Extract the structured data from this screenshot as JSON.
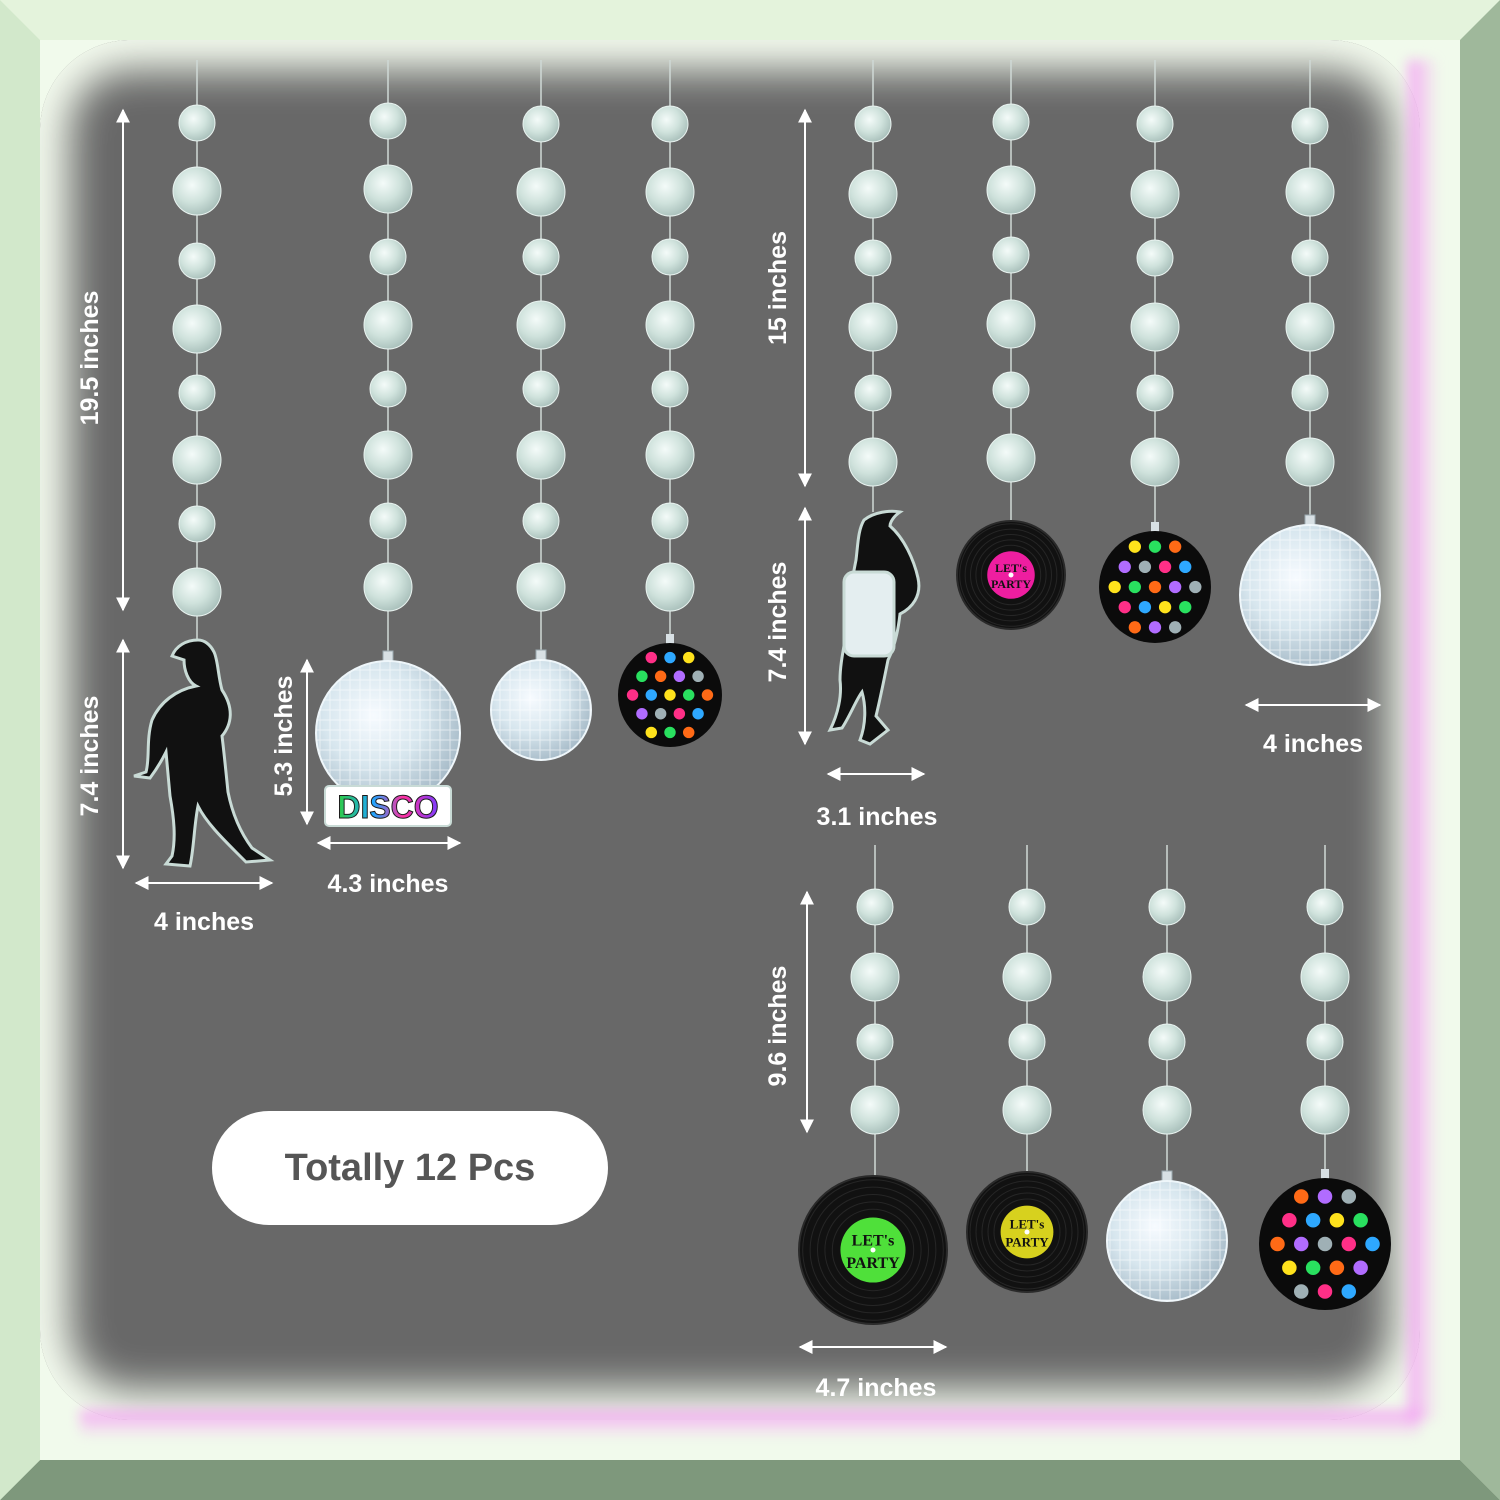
{
  "colors": {
    "frame": "#cfe6c8",
    "frame_dark": "#8da88a",
    "panel": "#686868",
    "glow": "#f4a0f4",
    "bead": "#d6e7e2",
    "record": "#111111",
    "label_pink": "#ee1ea0",
    "label_green": "#4fe03a",
    "label_yellow": "#d7d11e",
    "dots": [
      "#ff2f87",
      "#2ea8ff",
      "#ffe21c",
      "#29e05f",
      "#ff6a16",
      "#b16cff",
      "#9fb0b5"
    ]
  },
  "dimensions": {
    "d1": "19.5 inches",
    "d2": "7.4 inches",
    "d3": "4 inches",
    "d4": "5.3 inches",
    "d5": "4.3 inches",
    "d6": "15 inches",
    "d7": "7.4 inches",
    "d8": "3.1 inches",
    "d9": "4 inches",
    "d10": "9.6 inches",
    "d11": "4.7 inches"
  },
  "labels": {
    "disco": "DISCO",
    "record_line1": "LET's",
    "record_line2": "PARTY"
  },
  "badge": {
    "text": "Totally 12 Pcs"
  },
  "icons": [
    "male-dancer-silhouette-icon",
    "female-dancer-silhouette-icon",
    "disco-ball-icon",
    "vinyl-record-icon",
    "polka-dot-ball-icon"
  ]
}
